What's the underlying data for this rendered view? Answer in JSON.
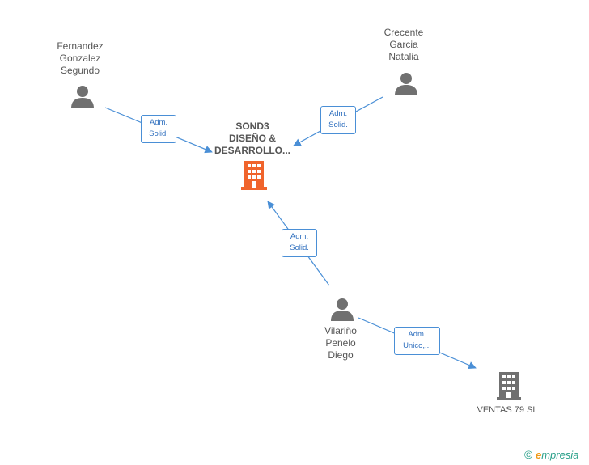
{
  "nodes": {
    "fernandez": {
      "label": "Fernandez\nGonzalez\nSegundo",
      "icon": "person-icon"
    },
    "crecente": {
      "label": "Crecente\nGarcia\nNatalia",
      "icon": "person-icon"
    },
    "sond3": {
      "label": "SOND3\nDISEÑO &\nDESARROLLO...",
      "icon": "building-icon",
      "color": "#f0642c"
    },
    "vilarino": {
      "label": "Vilariño\nPenelo\nDiego",
      "icon": "person-icon"
    },
    "ventas": {
      "label": "VENTAS 79 SL",
      "icon": "building-icon",
      "color": "#707070"
    }
  },
  "edges": [
    {
      "from": "fernandez",
      "to": "sond3",
      "label": "Adm.\nSolid."
    },
    {
      "from": "crecente",
      "to": "sond3",
      "label": "Adm.\nSolid."
    },
    {
      "from": "vilarino",
      "to": "sond3",
      "label": "Adm.\nSolid."
    },
    {
      "from": "vilarino",
      "to": "ventas",
      "label": "Adm.\nUnico,..."
    }
  ],
  "colors": {
    "edge": "#4a8fd6",
    "person": "#707070"
  },
  "brand": {
    "copyright": "©",
    "initial": "e",
    "name": "mpresia"
  }
}
